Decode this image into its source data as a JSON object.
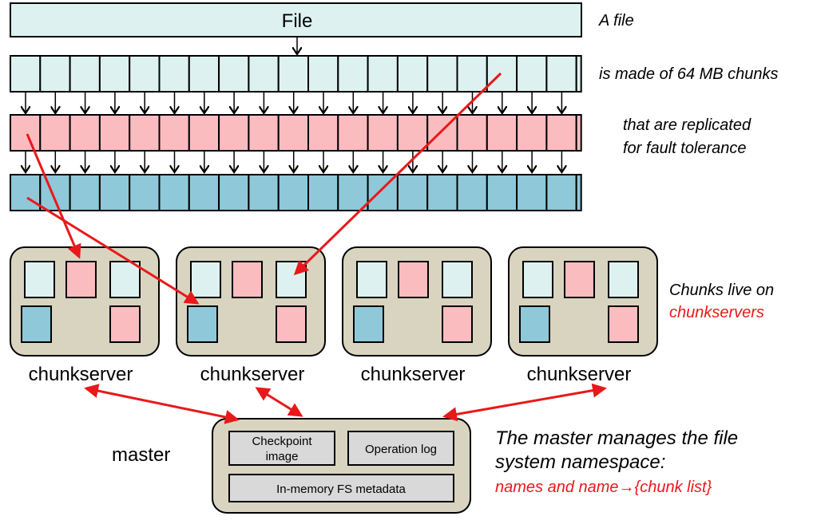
{
  "file_label": "File",
  "annotations": {
    "a_file": "A file",
    "chunks": "is made of 64 MB chunks",
    "replicated_1": "that are replicated",
    "replicated_2": "for fault tolerance",
    "live_on": "Chunks live on",
    "chunkservers": "chunkservers",
    "master_1": "The master manages the file",
    "master_2": "system namespace:",
    "master_3": "names and name→{chunk list}"
  },
  "chunkserver_label": "chunkserver",
  "master": {
    "label": "master",
    "checkpoint_1": "Checkpoint",
    "checkpoint_2": "image",
    "oplog": "Operation log",
    "metadata": "In-memory FS metadata"
  },
  "colors": {
    "light": "#ddf2f0",
    "pink": "#fbbcc0",
    "blue": "#8fc8d9",
    "server": "#d9d4c0",
    "gray": "#d9d9d9",
    "red": "#e8191a"
  }
}
